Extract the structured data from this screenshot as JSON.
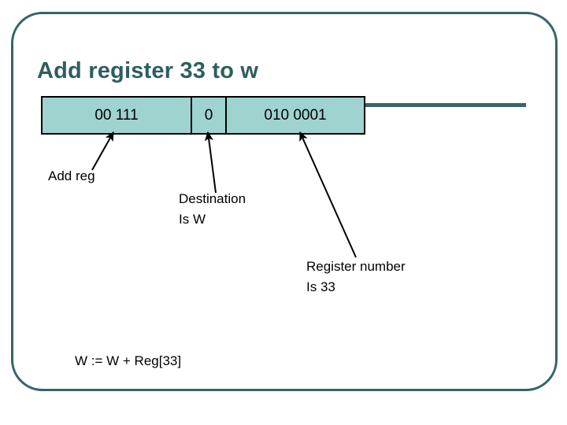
{
  "slide": {
    "title": "Add register 33 to w",
    "accent_color": "#2e5e5e",
    "frame_color": "#356567",
    "field_fill_color": "#9ed3d0",
    "rule_color": "#356567"
  },
  "instruction": {
    "fields": [
      {
        "name": "opcode",
        "bits": "00 111"
      },
      {
        "name": "destination",
        "bits": "0"
      },
      {
        "name": "register",
        "bits": "010 0001"
      }
    ]
  },
  "callouts": [
    {
      "name": "add-reg",
      "text": "Add reg"
    },
    {
      "name": "destination",
      "text": "Destination\nIs W"
    },
    {
      "name": "register-number",
      "text": "Register number\nIs 33"
    }
  ],
  "formula": {
    "text": "W := W + Reg[33]"
  }
}
